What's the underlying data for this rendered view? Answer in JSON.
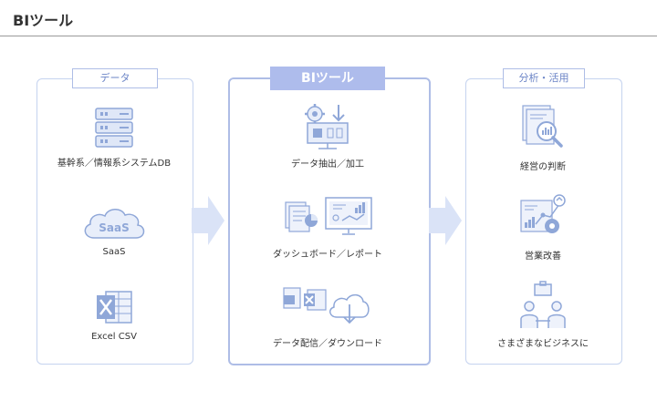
{
  "title": "BIツール",
  "left": {
    "tag": "データ",
    "items": [
      "基幹系／情報系システムDB",
      "SaaS",
      "Excel CSV"
    ],
    "saas_cloud_text": "SaaS"
  },
  "center": {
    "tag": "BIツール",
    "items": [
      "データ抽出／加工",
      "ダッシュボード／レポート",
      "データ配信／ダウンロード"
    ]
  },
  "right": {
    "tag": "分析・活用",
    "items": [
      "経営の判断",
      "営業改善",
      "さまざまなビジネスに"
    ]
  },
  "colors": {
    "accent": "#aebcec",
    "icon": "#8fa7d8",
    "panel_border": "#c5d3ef"
  }
}
